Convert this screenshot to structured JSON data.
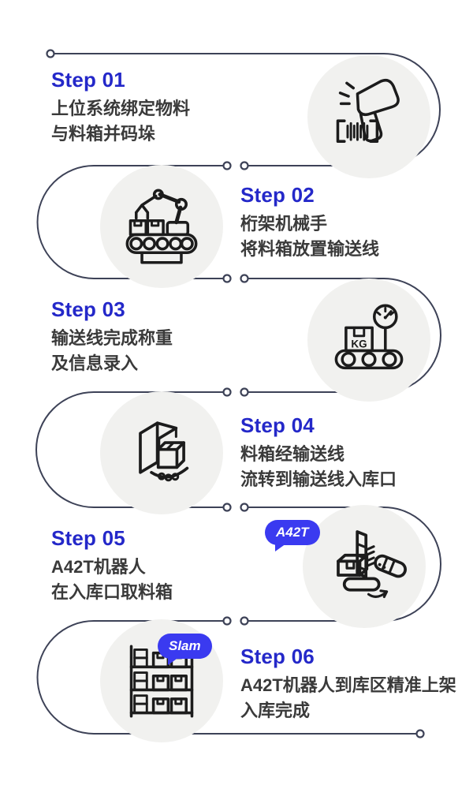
{
  "colors": {
    "step_label": "#2428c9",
    "body_text": "#3a3a3a",
    "badge_bg": "#3a3af0",
    "badge_text": "#ffffff",
    "connector": "#3d4257",
    "circle_bg": "#f1f1ef",
    "icon_stroke": "#1c1c1c"
  },
  "steps": [
    {
      "label": "Step 01",
      "lines": [
        "上位系统绑定物料",
        "与料箱并码垛"
      ],
      "icon": "barcode-scanner",
      "icon_side": "right"
    },
    {
      "label": "Step 02",
      "lines": [
        "桁架机械手",
        "将料箱放置输送线"
      ],
      "icon": "robotic-arm-conveyor",
      "icon_side": "left"
    },
    {
      "label": "Step 03",
      "lines": [
        "输送线完成称重",
        "及信息录入"
      ],
      "icon": "conveyor-weighing-scale",
      "icon_text": "KG",
      "icon_side": "right"
    },
    {
      "label": "Step 04",
      "lines": [
        "料箱经输送线",
        "流转到输送线入库口"
      ],
      "icon": "conveyor-gate-machine",
      "icon_side": "left"
    },
    {
      "label": "Step 05",
      "lines": [
        "A42T机器人",
        "在入库口取料箱"
      ],
      "icon": "a42t-robot-conveyor",
      "badge": "A42T",
      "icon_side": "right"
    },
    {
      "label": "Step 06",
      "lines": [
        "A42T机器人到库区精准上架",
        "入库完成"
      ],
      "icon": "warehouse-rack",
      "badge": "Slam",
      "icon_side": "left"
    }
  ]
}
